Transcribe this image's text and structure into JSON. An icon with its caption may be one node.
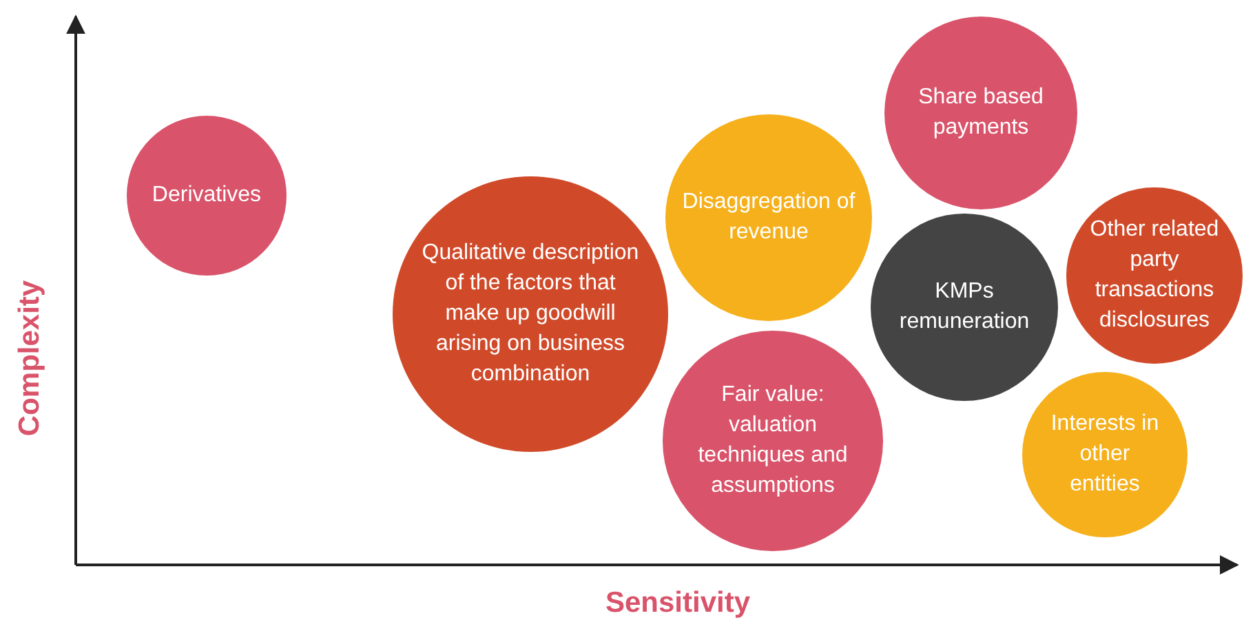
{
  "diagram": {
    "nodes": [
      {
        "text": [
          "Derivatives"
        ]
      },
      {
        "text": [
          "Qualitative description of the factors that make up goodwill arising on business combination"
        ]
      },
      {
        "text": [
          "Disaggregation of revenue"
        ]
      },
      {
        "text": [
          "Fair value: valuation techniques and assumptions"
        ]
      },
      {
        "text": [
          "Share based payments"
        ]
      },
      {
        "text": [
          "KMPs remuneration"
        ]
      },
      {
        "text": [
          "Other related party transactions disclosures"
        ]
      },
      {
        "text": [
          "Interests in other entities"
        ]
      }
    ],
    "labels": [
      "Complexity",
      "Sensitivity"
    ]
  }
}
